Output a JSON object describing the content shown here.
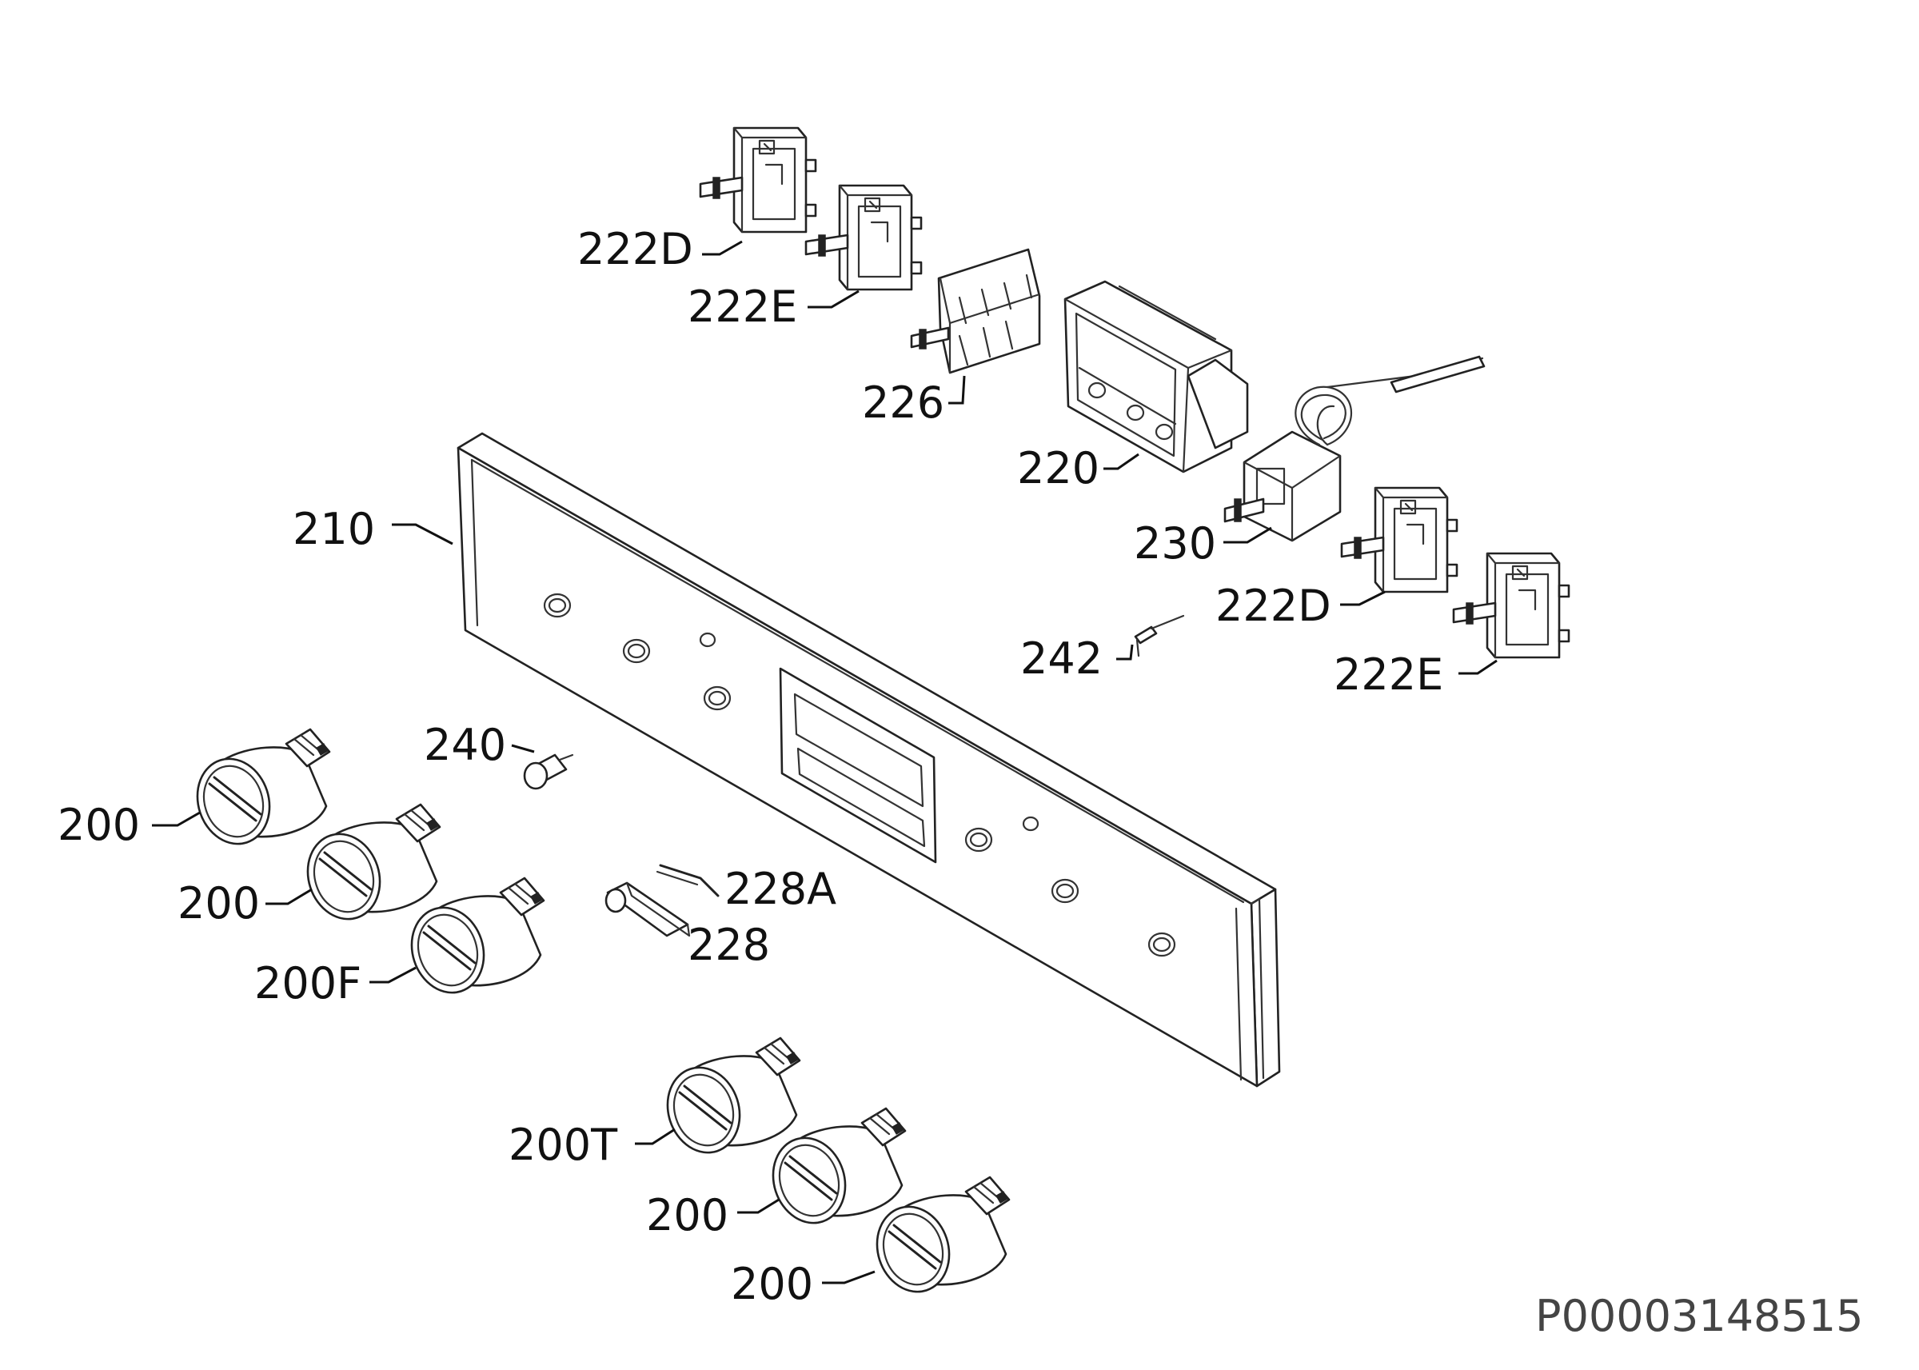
{
  "parts": {
    "p222D_top": "222D",
    "p222E_top": "222E",
    "p226": "226",
    "p220": "220",
    "p210": "210",
    "p230": "230",
    "p222D_right": "222D",
    "p242": "242",
    "p222E_right": "222E",
    "p240": "240",
    "p200_a": "200",
    "p200_b": "200",
    "p200F": "200F",
    "p228A": "228A",
    "p228": "228",
    "p200T": "200T",
    "p200_c": "200",
    "p200_d": "200"
  },
  "drawing_code": "P00003148515"
}
